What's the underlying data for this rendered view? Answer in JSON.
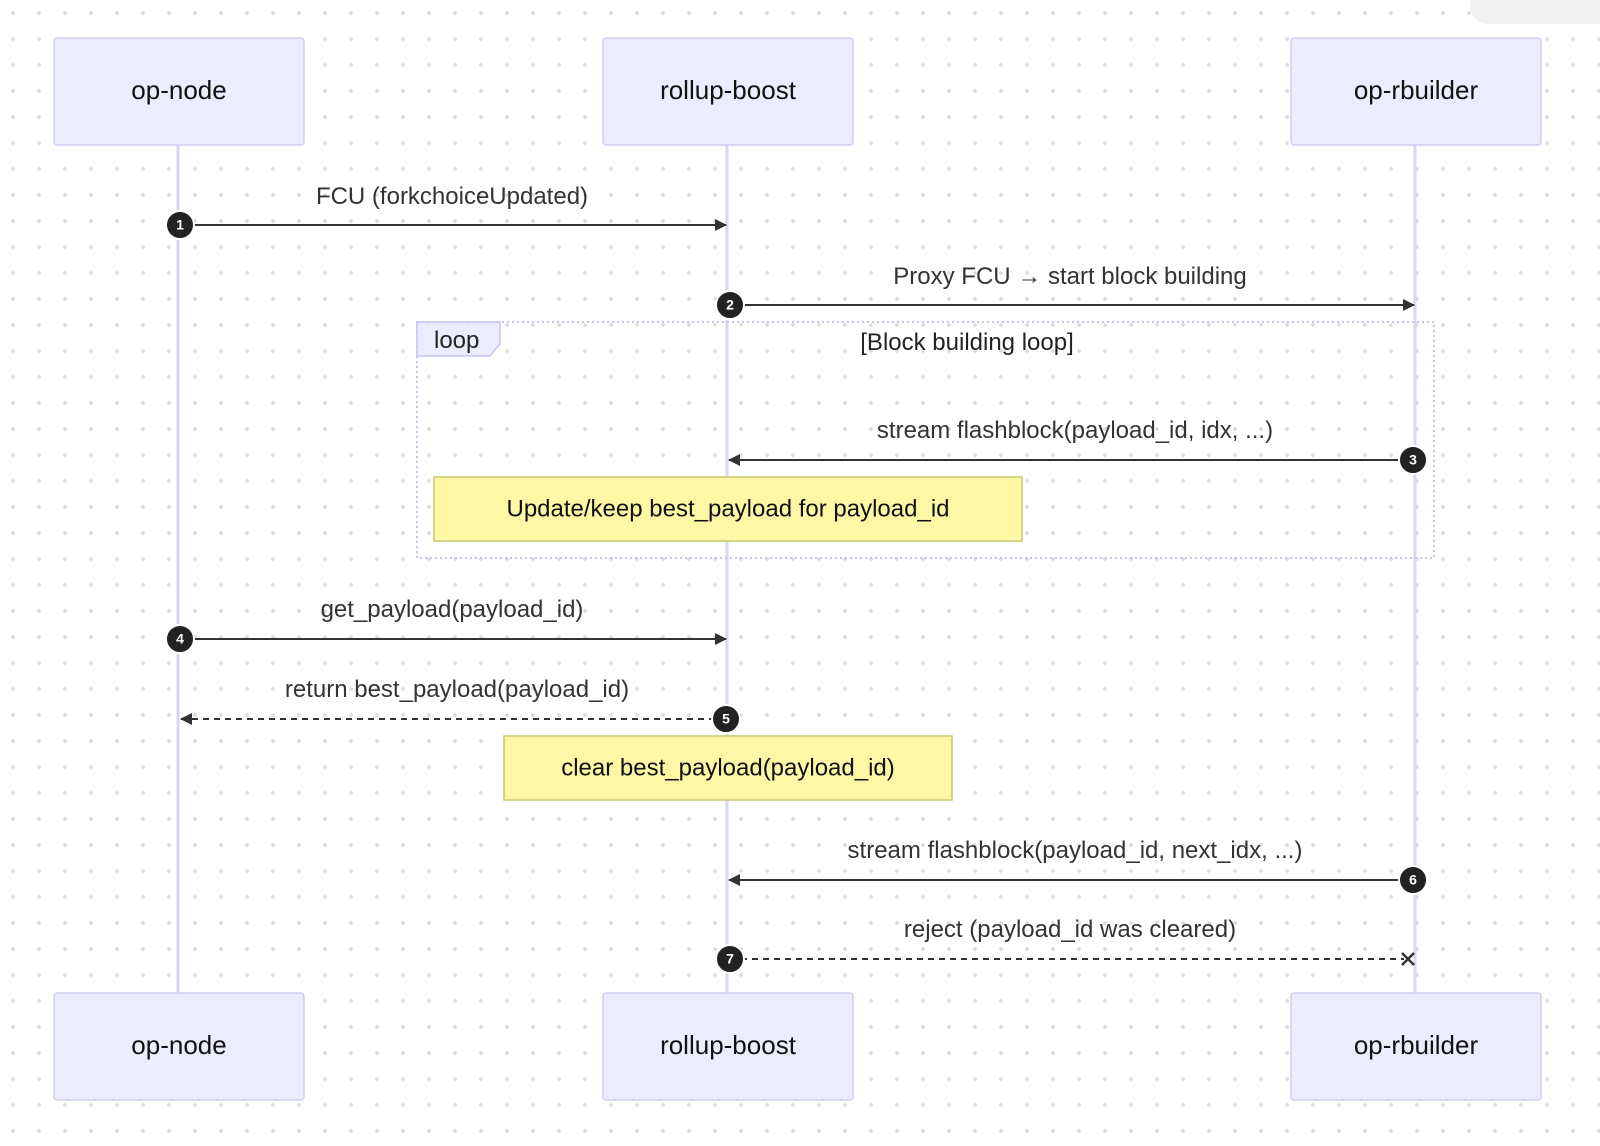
{
  "diagram": {
    "type": "sequence",
    "actors": [
      {
        "id": "op_node",
        "label": "op-node"
      },
      {
        "id": "rollup_boost",
        "label": "rollup-boost"
      },
      {
        "id": "op_rbuilder",
        "label": "op-rbuilder"
      }
    ],
    "messages": [
      {
        "seq": "1",
        "from": "op_node",
        "to": "rollup_boost",
        "label": "FCU (forkchoiceUpdated)",
        "style": "solid",
        "arrow": "filled"
      },
      {
        "seq": "2",
        "from": "rollup_boost",
        "to": "op_rbuilder",
        "label": "Proxy FCU → start block building",
        "style": "solid",
        "arrow": "filled"
      },
      {
        "seq": "3",
        "from": "op_rbuilder",
        "to": "rollup_boost",
        "label": "stream flashblock(payload_id, idx, ...)",
        "style": "solid",
        "arrow": "filled"
      },
      {
        "seq": "4",
        "from": "op_node",
        "to": "rollup_boost",
        "label": "get_payload(payload_id)",
        "style": "solid",
        "arrow": "filled"
      },
      {
        "seq": "5",
        "from": "rollup_boost",
        "to": "op_node",
        "label": "return best_payload(payload_id)",
        "style": "dashed",
        "arrow": "filled"
      },
      {
        "seq": "6",
        "from": "op_rbuilder",
        "to": "rollup_boost",
        "label": "stream flashblock(payload_id, next_idx, ...)",
        "style": "solid",
        "arrow": "filled"
      },
      {
        "seq": "7",
        "from": "rollup_boost",
        "to": "op_rbuilder",
        "label": "reject (payload_id was cleared)",
        "style": "dashed",
        "arrow": "cross"
      }
    ],
    "notes": [
      {
        "label": "Update/keep best_payload for payload_id"
      },
      {
        "label": "clear best_payload(payload_id)"
      }
    ],
    "loop": {
      "keyword": "loop",
      "condition": "[Block building loop]"
    }
  }
}
